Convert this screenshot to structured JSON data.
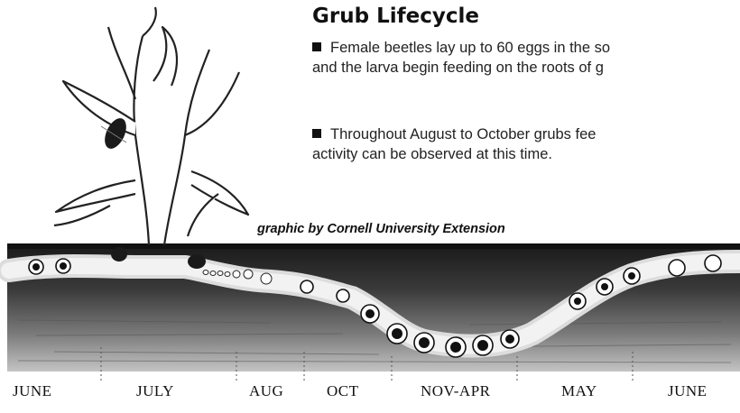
{
  "header": {
    "title": "Grub Lifecycle",
    "bullets": [
      [
        "Female beetles lay up to 60 eggs in the so",
        "and the larva begin feeding on the roots of g"
      ],
      [
        "Throughout August to October grubs fee",
        "activity can be observed at this time."
      ]
    ]
  },
  "credit": "graphic by Cornell University Extension",
  "timeline": {
    "months": [
      "JUNE",
      "JULY",
      "AUG",
      "OCT",
      "NOV-APR",
      "MAY",
      "JUNE"
    ]
  },
  "icons": [
    "plant-icon",
    "beetle-icon",
    "grub-icon",
    "egg-icon"
  ]
}
